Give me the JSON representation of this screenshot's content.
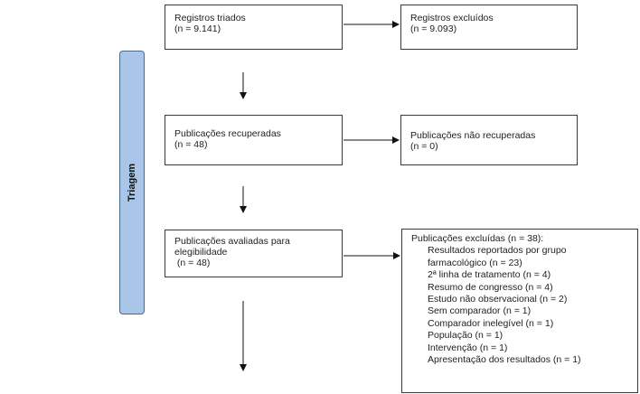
{
  "stage": {
    "label": "Triagem",
    "color": "#a9c6e8"
  },
  "boxes": {
    "screened": {
      "title": "Registros triados",
      "count": "(n = 9.141)"
    },
    "excluded_records": {
      "title": "Registros excluídos",
      "count": "(n = 9.093)"
    },
    "retrieved": {
      "title": "Publicações recuperadas",
      "count": "(n = 48)"
    },
    "not_retrieved": {
      "title": "Publicações não recuperadas",
      "count": "(n = 0)"
    },
    "assessed": {
      "title_line1": "Publicações avaliadas para",
      "title_line2": "elegibilidade",
      "count": " (n = 48)"
    },
    "excluded_publications": {
      "title": "Publicações excluídas (n = 38):",
      "reasons": [
        "Resultados reportados por grupo",
        "farmacológico (n = 23)",
        "2ª linha de tratamento (n = 4)",
        "Resumo de congresso (n = 4)",
        "Estudo não observacional (n = 2)",
        "Sem comparador (n = 1)",
        "Comparador inelegível (n = 1)",
        "População (n = 1)",
        "Intervenção (n = 1)",
        "Apresentação dos resultados (n = 1)"
      ]
    }
  }
}
